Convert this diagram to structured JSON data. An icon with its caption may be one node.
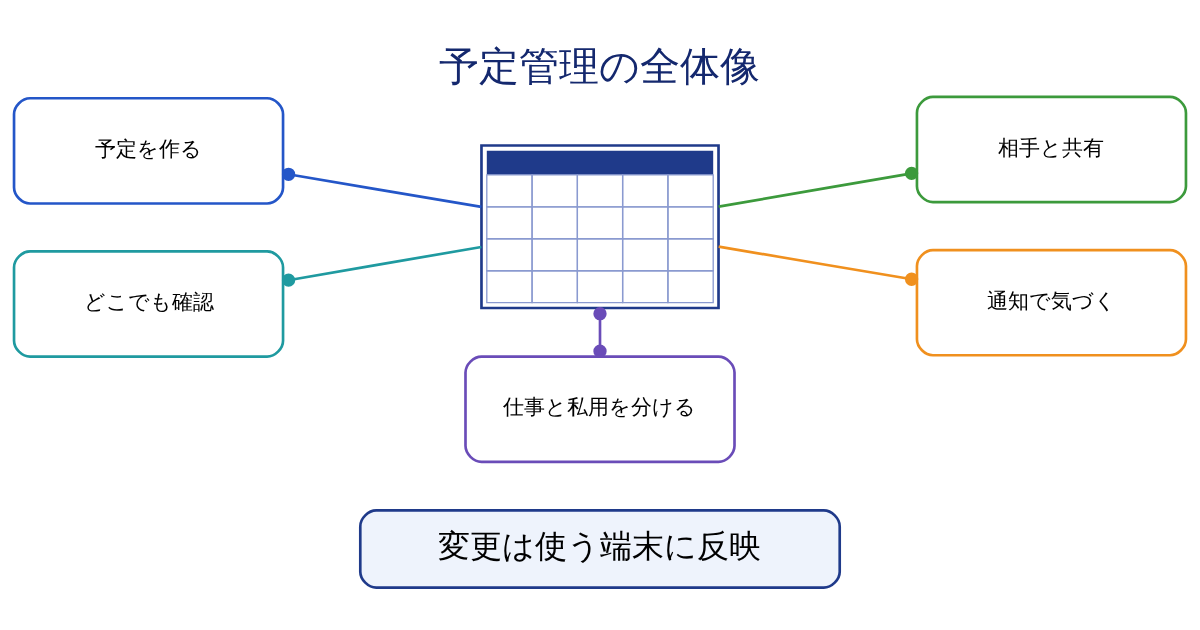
{
  "diagram": {
    "title": "予定管理の全体像",
    "nodes": [
      {
        "text": [],
        "shape": "box"
      },
      {
        "text": [
          "予定を作る"
        ]
      },
      {
        "text": [
          "どこでも確認"
        ]
      },
      {
        "text": [
          "相手と共有"
        ]
      },
      {
        "text": [
          "通知で気づく"
        ]
      },
      {
        "text": [
          "仕事と私用を分ける"
        ]
      },
      {
        "text": [
          "変更は使う端末に反映"
        ]
      }
    ],
    "edges": [
      {
        "from": 1,
        "to": 0,
        "arrow": "other",
        "color": "#2456c8"
      },
      {
        "from": 2,
        "to": 0,
        "arrow": "other",
        "color": "#1f9aa0"
      },
      {
        "from": 0,
        "to": 3,
        "arrow": "other",
        "color": "#3c9a3c"
      },
      {
        "from": 0,
        "to": 4,
        "arrow": "other",
        "color": "#f0901e"
      },
      {
        "from": 0,
        "to": 5,
        "arrow": "other",
        "color": "#6a4cb8"
      }
    ]
  }
}
